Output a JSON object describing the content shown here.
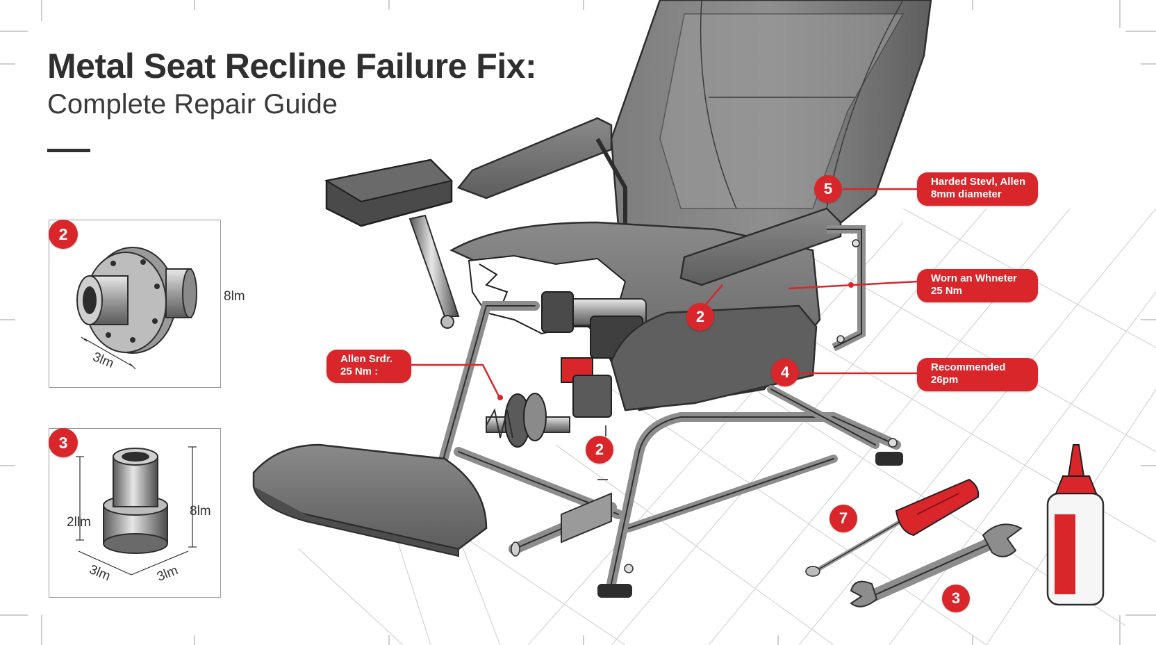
{
  "header": {
    "title": "Metal Seat Recline Failure Fix:",
    "subtitle": "Complete Repair Guide"
  },
  "detail_panels": [
    {
      "badge": "2",
      "dim_height": "8lm",
      "dim_width": "3lm"
    },
    {
      "badge": "3",
      "dim_height_right": "8lm",
      "dim_height_left": "2llm",
      "dim_width_left": "3lm",
      "dim_width_right": "3lm"
    }
  ],
  "callouts": {
    "hardened_steel": {
      "line1": "Harded Stevl, Allen",
      "line2": "8mm diameter"
    },
    "worn_washer": {
      "line1": "Worn an Whneter",
      "line2": "25 Nm"
    },
    "recommended": {
      "line1": "Recommended",
      "line2": "26pm"
    },
    "allen_left": {
      "line1": "Allen Srdr.",
      "line2": "25 Nm :"
    }
  },
  "markers": {
    "m5": "5",
    "m2_upper": "2",
    "m4": "4",
    "m2_lower": "2",
    "m7": "7",
    "m3_tools": "3"
  },
  "colors": {
    "accent_red": "#d9262b",
    "frame_gray": "#8d8d8d",
    "cushion_gray": "#6e6e6e",
    "grid_line": "#d4d4d4"
  },
  "icons": [
    "screwdriver-icon",
    "wrench-icon",
    "glue-bottle-icon"
  ]
}
